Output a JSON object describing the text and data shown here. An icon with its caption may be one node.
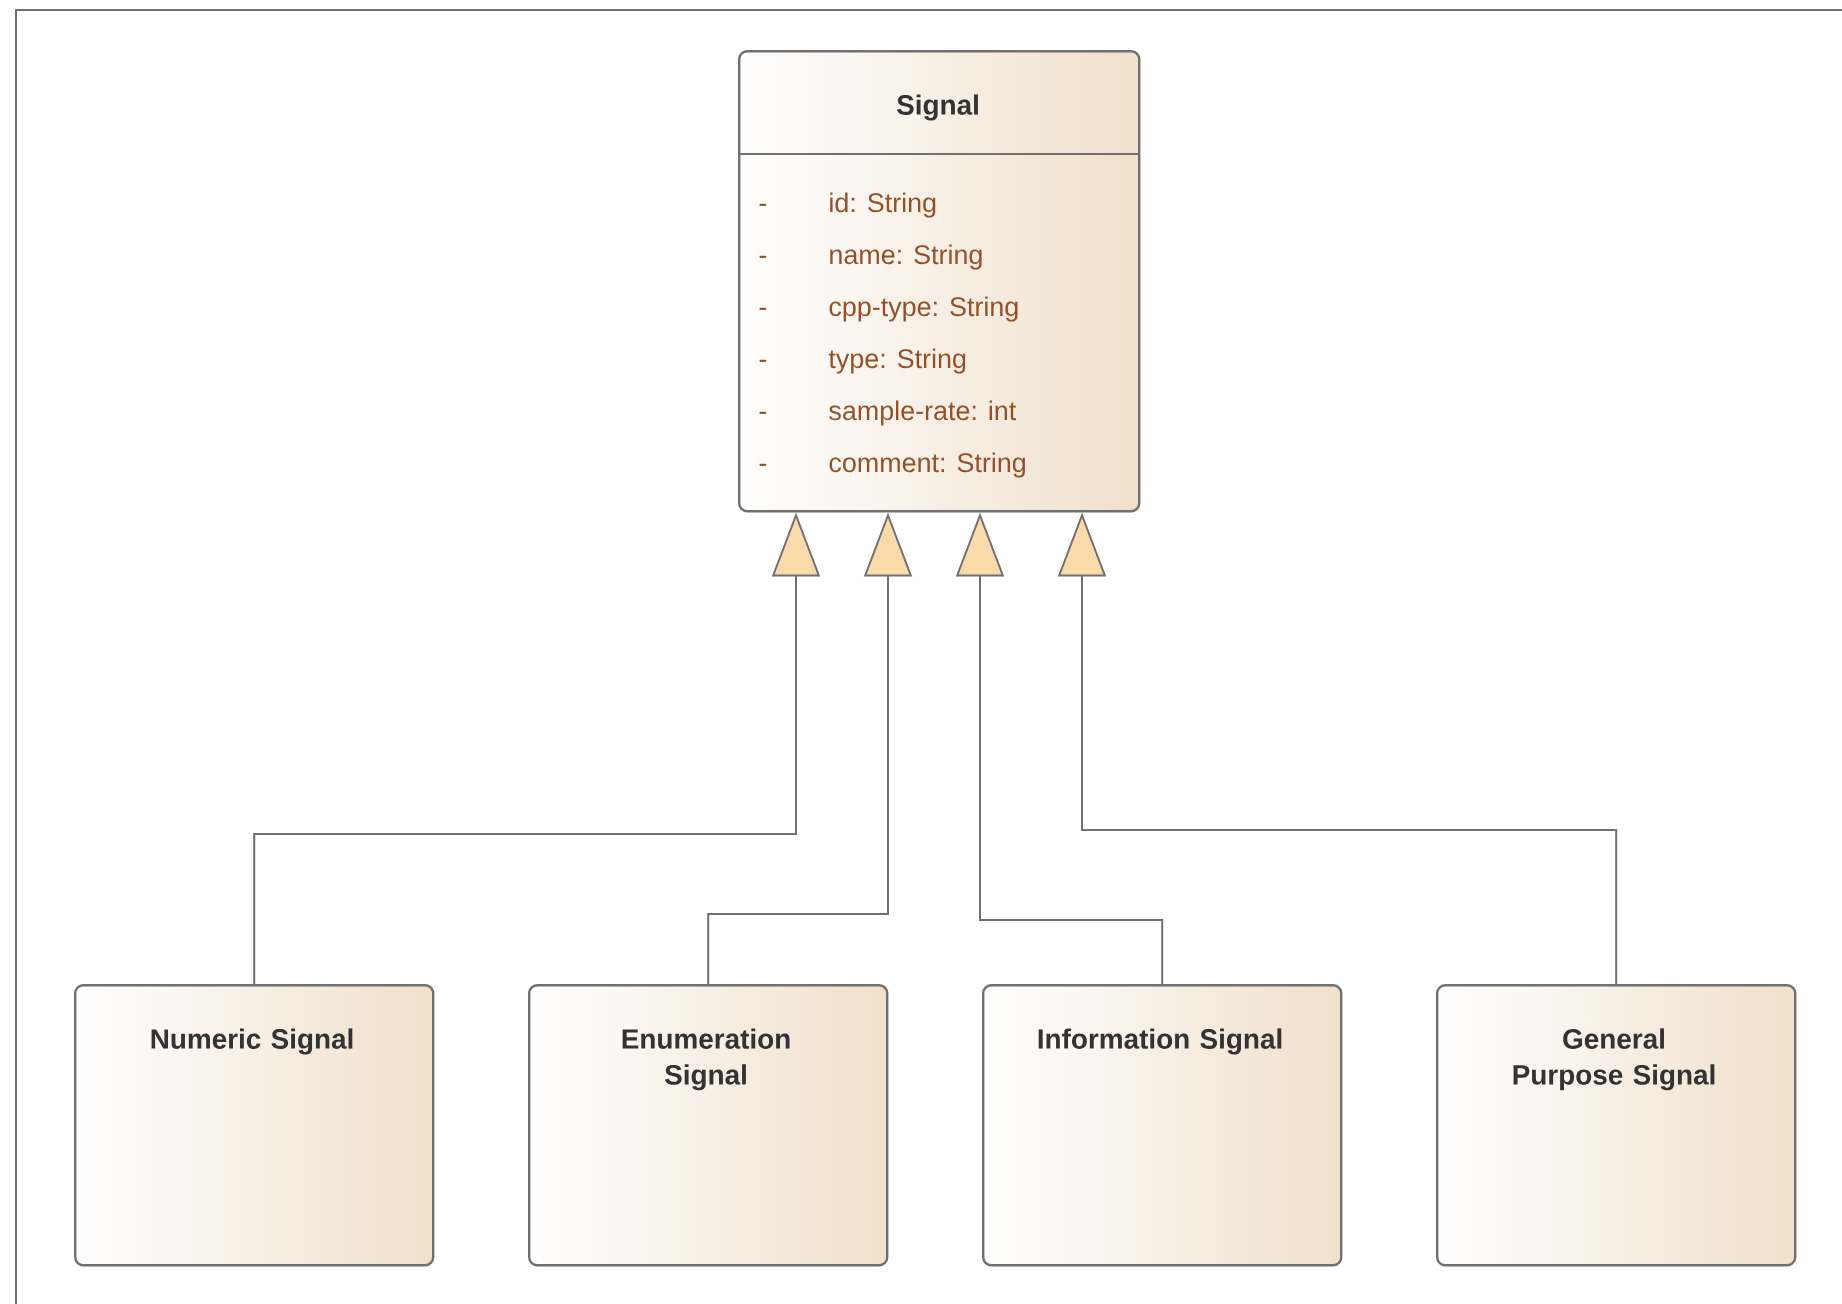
{
  "diagram": {
    "nodes": [
      {
        "text": [
          "Signal",
          "-",
          "id: String",
          "-",
          "name: String",
          "-",
          "cpp-type: String",
          "-",
          "type: String",
          "-",
          "sample-rate: int",
          "-",
          "comment: String"
        ]
      },
      {
        "text": [
          "Numeric Signal"
        ]
      },
      {
        "text": [
          "Enumeration Signal"
        ]
      },
      {
        "text": [
          "Information Signal"
        ]
      },
      {
        "text": [
          "General Purpose Signal"
        ]
      }
    ],
    "edges": [
      {
        "from": 1,
        "to": 0,
        "arrow": "to"
      },
      {
        "from": 2,
        "to": 0,
        "arrow": "to"
      },
      {
        "from": 3,
        "to": 0,
        "arrow": "to"
      },
      {
        "from": 4,
        "to": 0,
        "arrow": "to"
      }
    ]
  }
}
